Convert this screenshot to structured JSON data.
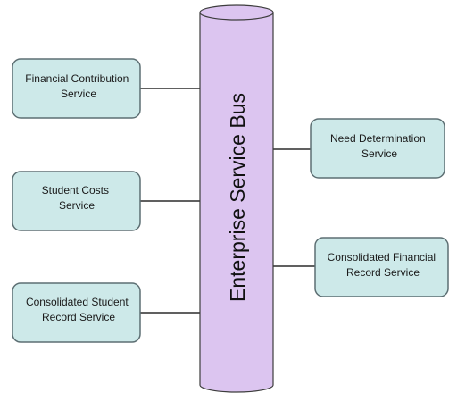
{
  "colors": {
    "service_box_fill": "#cde9e9",
    "service_box_stroke": "#5d6f73",
    "bus_fill": "#dcc5f0",
    "bus_stroke": "#3d3d3d",
    "connector": "#000000"
  },
  "bus": {
    "label": "Enterprise Service Bus"
  },
  "services": {
    "financial_contribution": {
      "line1": "Financial Contribution",
      "line2": "Service"
    },
    "student_costs": {
      "line1": "Student Costs",
      "line2": "Service"
    },
    "consolidated_student_record": {
      "line1": "Consolidated Student",
      "line2": "Record Service"
    },
    "need_determination": {
      "line1": "Need Determination",
      "line2": "Service"
    },
    "consolidated_financial_record": {
      "line1": "Consolidated Financial",
      "line2": "Record Service"
    }
  }
}
